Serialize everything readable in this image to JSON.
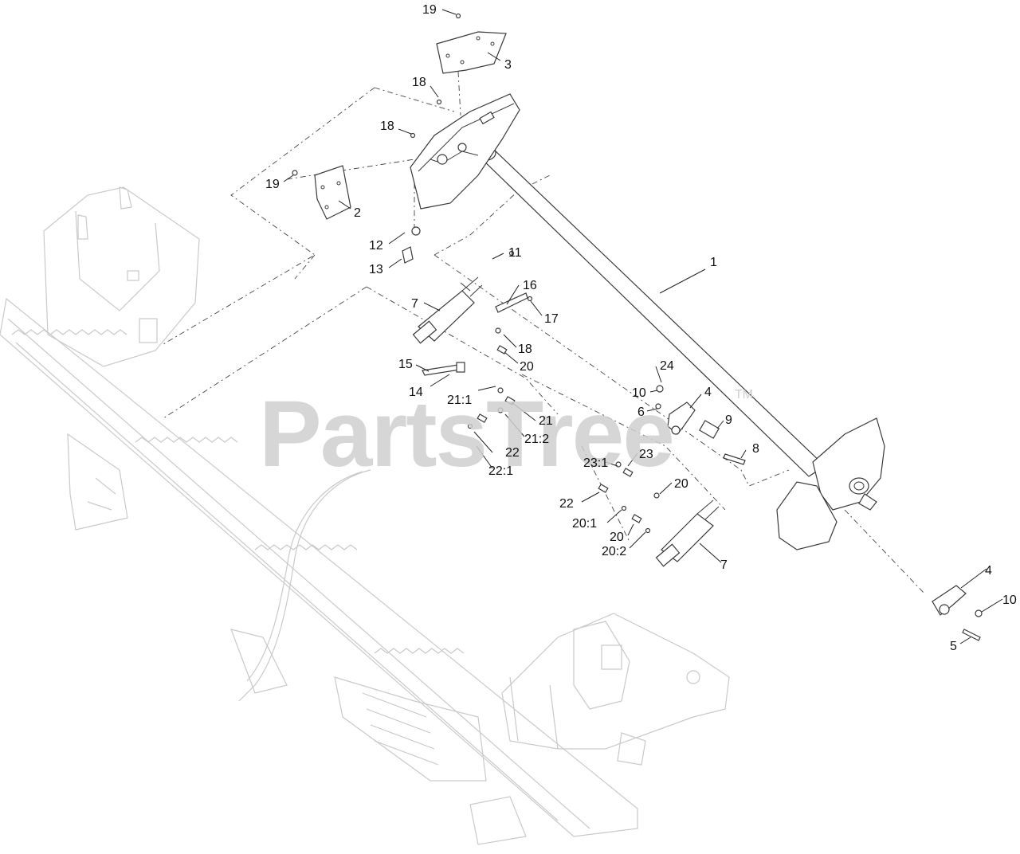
{
  "watermark": {
    "text": "PartsTree",
    "mark": "TM"
  },
  "callouts": [
    "19",
    "3",
    "18",
    "18",
    "19",
    "2",
    "12",
    "13",
    "11",
    "1",
    "7",
    "16",
    "17",
    "18",
    "20",
    "15",
    "14",
    "24",
    "10",
    "4",
    "21:1",
    "21",
    "6",
    "9",
    "21:2",
    "22",
    "22:1",
    "8",
    "23:1",
    "23",
    "20",
    "22",
    "20:1",
    "20",
    "20:2",
    "7",
    "4",
    "10",
    "5"
  ]
}
